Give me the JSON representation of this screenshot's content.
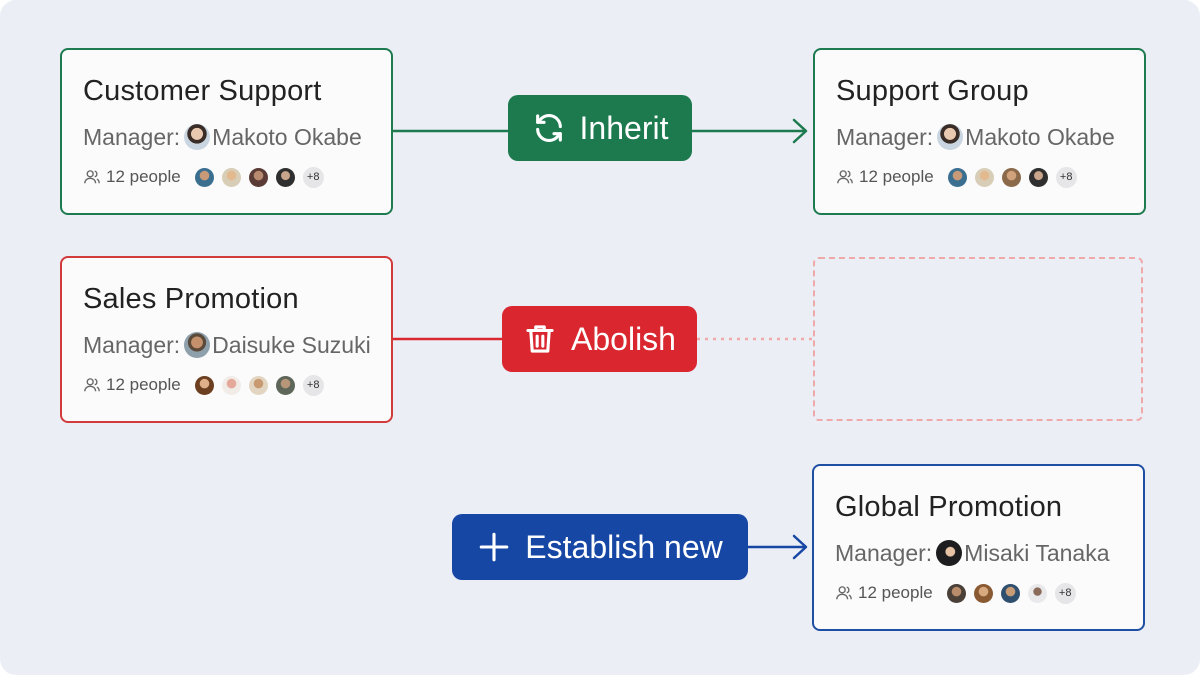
{
  "colors": {
    "inherit": "#1c7a4e",
    "abolish": "#d9262f",
    "establish": "#1747a4",
    "background": "#eceef6"
  },
  "cards": {
    "customer_support": {
      "title": "Customer Support",
      "manager_label": "Manager:",
      "manager_name": "Makoto Okabe",
      "people": "12 people",
      "more": "+8"
    },
    "support_group": {
      "title": "Support Group",
      "manager_label": "Manager:",
      "manager_name": "Makoto Okabe",
      "people": "12 people",
      "more": "+8"
    },
    "sales_promotion": {
      "title": "Sales Promotion",
      "manager_label": "Manager:",
      "manager_name": "Daisuke Suzuki",
      "people": "12 people",
      "more": "+8"
    },
    "global_promotion": {
      "title": "Global Promotion",
      "manager_label": "Manager:",
      "manager_name": "Misaki Tanaka",
      "people": "12 people",
      "more": "+8"
    }
  },
  "actions": {
    "inherit": {
      "label": "Inherit",
      "icon": "refresh-icon"
    },
    "abolish": {
      "label": "Abolish",
      "icon": "trash-icon"
    },
    "establish": {
      "label": "Establish new",
      "icon": "plus-icon"
    }
  }
}
